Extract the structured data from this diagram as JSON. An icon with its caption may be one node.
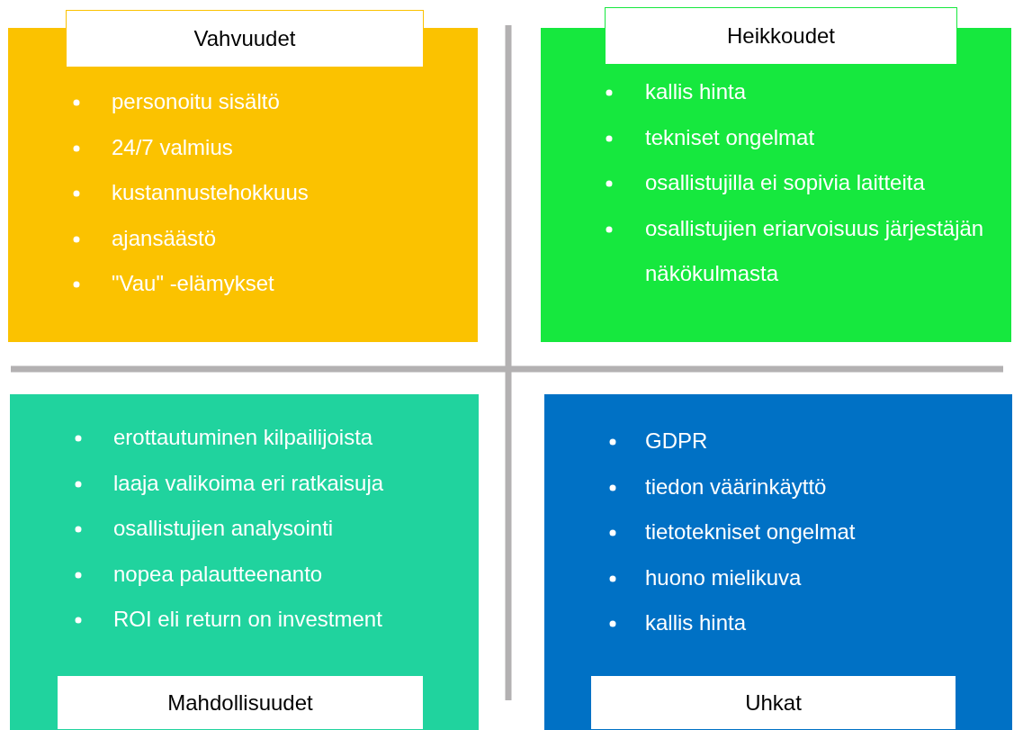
{
  "diagram": {
    "nodes": [
      {
        "text": [
          "Vahvuudet"
        ]
      },
      {
        "text": [
          "personoitu sisältö",
          "24/7 valmius",
          "kustannustehokkuus",
          "ajansäästö",
          "\"Vau\" -elämykset"
        ]
      },
      {
        "text": [
          "Heikkoudet"
        ]
      },
      {
        "text": [
          "kallis hinta",
          "tekniset ongelmat",
          "osallistujilla ei sopivia laitteita",
          "osallistujien eriarvoisuus järjestäjän näkökulmasta"
        ]
      },
      {
        "text": [
          "erottautuminen kilpailijoista",
          "laaja valikoima eri ratkaisuja",
          "osallistujien analysointi",
          "nopea palautteenanto",
          "ROI eli return on investment"
        ]
      },
      {
        "text": [
          "Mahdollisuudet"
        ],
        "in": 4
      },
      {
        "text": [
          "GDPR",
          "tiedon väärinkäyttö",
          "tietotekniset ongelmat",
          "huono mielikuva",
          "kallis hinta"
        ]
      },
      {
        "text": [
          "Uhkat"
        ],
        "in": 6
      }
    ]
  }
}
